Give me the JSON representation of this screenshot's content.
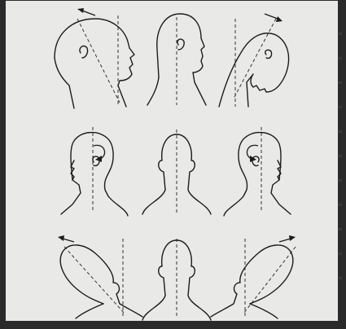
{
  "figure": {
    "rows": [
      {
        "name": "flexion-extension",
        "views": [
          "flexion-left",
          "neutral-side",
          "extension-right"
        ]
      },
      {
        "name": "rotation",
        "views": [
          "rotation-left",
          "neutral-back",
          "rotation-right"
        ]
      },
      {
        "name": "lateral-bending",
        "views": [
          "lateral-bend-left",
          "neutral-front",
          "lateral-bend-right"
        ]
      }
    ],
    "colors": {
      "background": "#e9e9e7",
      "line": "#1c1c1c",
      "frame": "#2b2b2b",
      "page": "#2a2a2a"
    }
  }
}
